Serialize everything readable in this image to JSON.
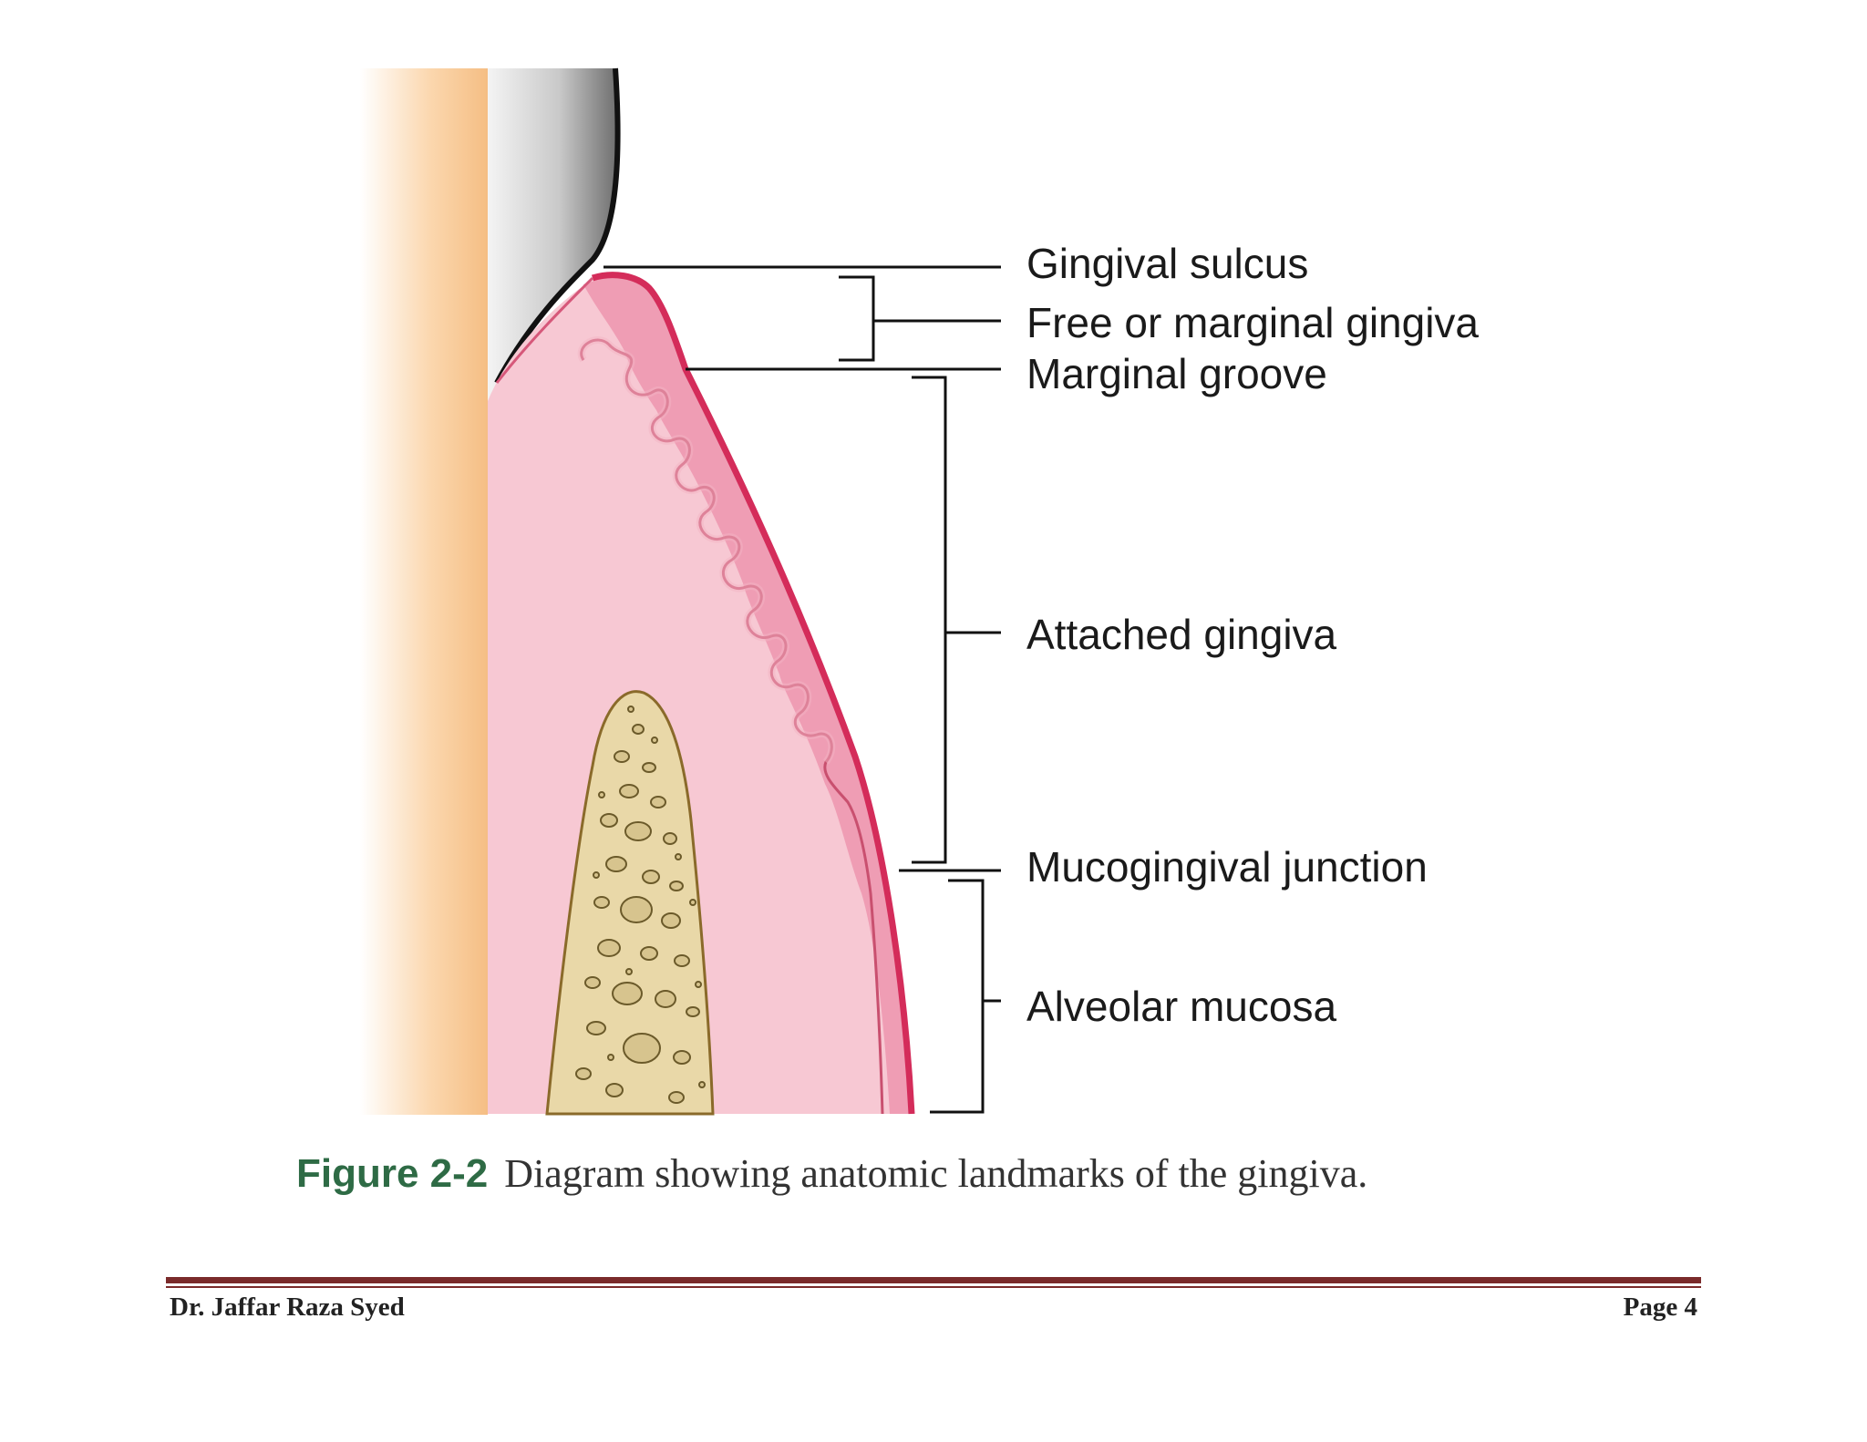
{
  "figure": {
    "labels": {
      "gingival_sulcus": "Gingival sulcus",
      "free_marginal_gingiva": "Free or marginal gingiva",
      "marginal_groove": "Marginal groove",
      "attached_gingiva": "Attached gingiva",
      "mucogingival_junction": "Mucogingival junction",
      "alveolar_mucosa": "Alveolar mucosa"
    },
    "caption": {
      "number": "Figure 2-2",
      "text": "Diagram showing anatomic landmarks of the gingiva."
    },
    "colors": {
      "tooth_root": "#f7c48c",
      "enamel": "#9e9e9e",
      "gingiva_fill": "#f6c6d0",
      "epithelium": "#ee9fb3",
      "gingiva_edge": "#d42c5a",
      "bone": "#e8d6a6",
      "caption_number": "#2e6b45",
      "footer_rule": "#7a2a2a"
    }
  },
  "footer": {
    "author": "Dr. Jaffar Raza Syed",
    "page": "Page 4"
  }
}
